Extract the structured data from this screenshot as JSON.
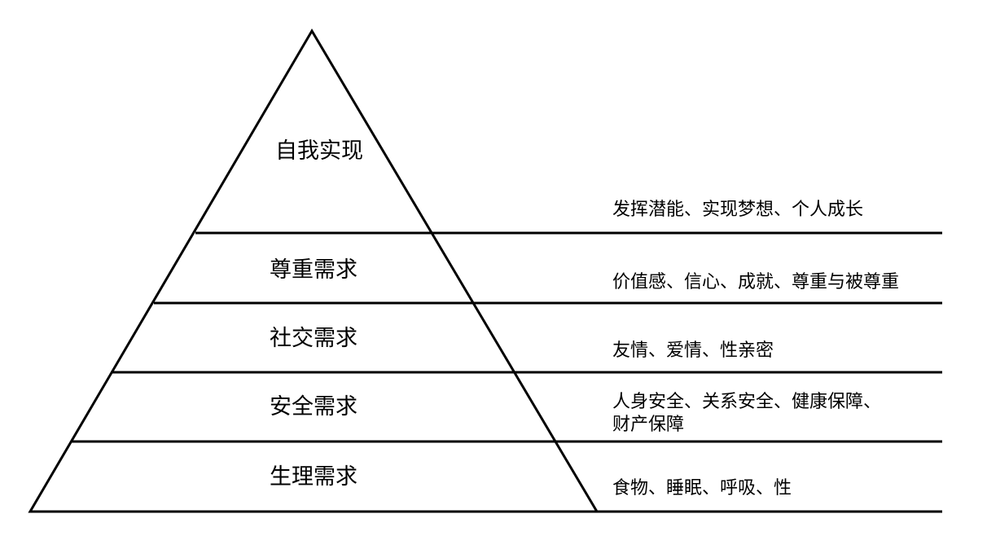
{
  "diagram": {
    "levels": [
      {
        "label": "自我实现",
        "description_lines": [
          "发挥潜能、实现梦想、个人成长"
        ]
      },
      {
        "label": "尊重需求",
        "description_lines": [
          "价值感、信心、成就、尊重与被尊重"
        ]
      },
      {
        "label": "社交需求",
        "description_lines": [
          "友情、爱情、性亲密"
        ]
      },
      {
        "label": "安全需求",
        "description_lines": [
          "人身安全、关系安全、健康保障、",
          "财产保障"
        ]
      },
      {
        "label": "生理需求",
        "description_lines": [
          "食物、睡眠、呼吸、性"
        ]
      }
    ],
    "colors": {
      "stroke": "#000000",
      "fill": "#ffffff",
      "text": "#000000"
    }
  }
}
